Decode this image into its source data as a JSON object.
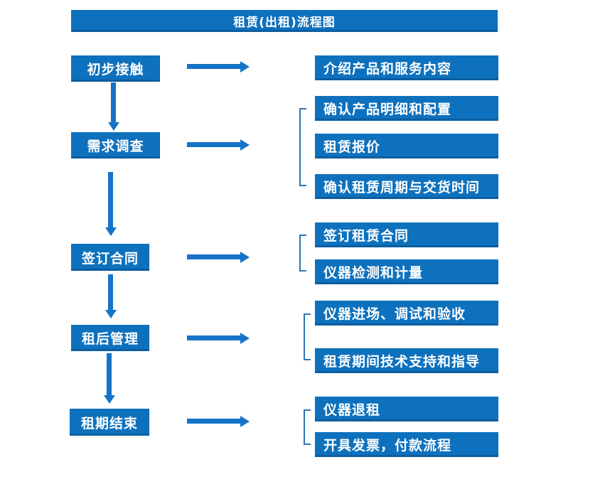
{
  "title": "租赁(出租)流程图",
  "colors": {
    "box_blue": "#0e71bd",
    "arrow_blue": "#1573c8",
    "bracket_blue": "#2e75b6",
    "text_white": "#ffffff",
    "background": "#ffffff"
  },
  "steps": [
    {
      "label": "初步接触",
      "outputs": [
        "介绍产品和服务内容"
      ]
    },
    {
      "label": "需求调查",
      "outputs": [
        "确认产品明细和配置",
        "租赁报价",
        "确认租赁周期与交货时间"
      ]
    },
    {
      "label": "签订合同",
      "outputs": [
        "签订租赁合同",
        "仪器检测和计量"
      ]
    },
    {
      "label": "租后管理",
      "outputs": [
        "仪器进场、调试和验收",
        "租赁期间技术支持和指导"
      ]
    },
    {
      "label": "租期结束",
      "outputs": [
        "仪器退租",
        "开具发票，付款流程"
      ]
    }
  ]
}
